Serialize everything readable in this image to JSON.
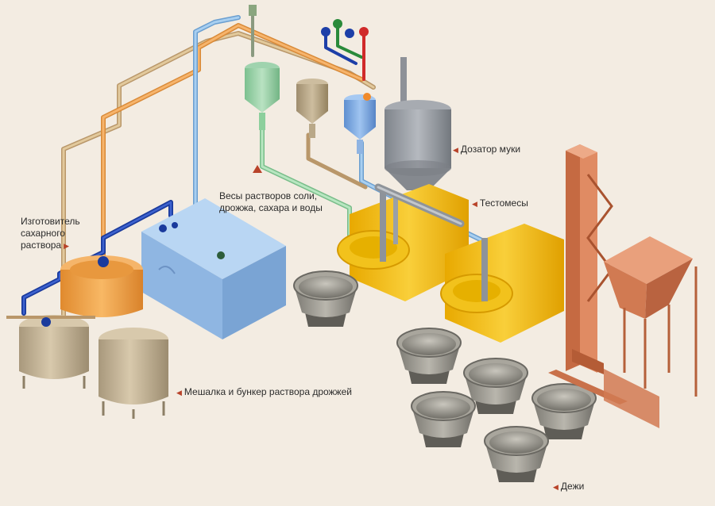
{
  "labels": {
    "flour_doser": "Дозатор муки",
    "dosing_scales_line1": "Весы растворов соли,",
    "dosing_scales_line2": "дрожжа, сахара и воды",
    "kneaders": "Тестомесы",
    "sugar_maker_line1": "Изготовитель",
    "sugar_maker_line2": "сахарного",
    "sugar_maker_line3": "раствора",
    "yeast_mixer": "Мешалка и бункер раствора дрожжей",
    "bowls": "Дежи"
  },
  "colors": {
    "background": "#f3ece2",
    "pipe_orange": "#f0a65a",
    "pipe_tan": "#d9b98a",
    "pipe_blue": "#1d3fa8",
    "pipe_lightblue": "#8fc0e8",
    "pipe_green": "#9fd6a8",
    "kneader_yellow": "#f5c21a",
    "flour_hopper": "#9a9fa6",
    "steel_bowl": "#9a9890",
    "tank_beige": "#c9b89a",
    "sugar_tank_orange": "#f3a64e",
    "water_tank_blue": "#9cc3ea",
    "lift_copper": "#d17a52",
    "arrow_red": "#b8432a"
  }
}
